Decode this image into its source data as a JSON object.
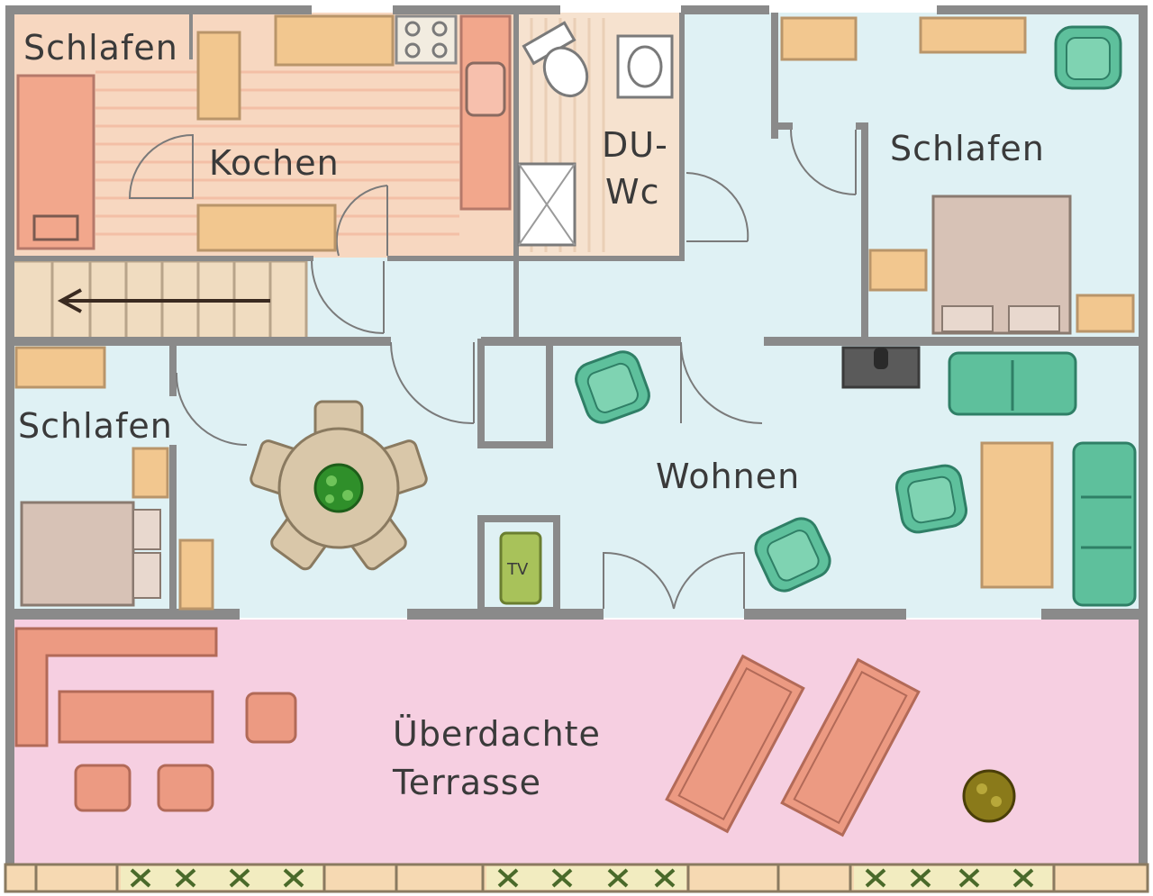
{
  "labels": {
    "schlafen_nw": "Schlafen",
    "kochen": "Kochen",
    "du": "DU-",
    "wc": "Wc",
    "schlafen_ne": "Schlafen",
    "schlafen_w": "Schlafen",
    "wohnen": "Wohnen",
    "terrasse_1": "Überdachte",
    "terrasse_2": "Terrasse",
    "tv": "TV"
  },
  "colors": {
    "kitchen_floor": "#f7d7c0",
    "bath_floor": "#f6e2cf",
    "room_floor": "#dff1f4",
    "terrace_floor": "#f6cfe1",
    "wall": "#8a8a8a",
    "wood_furniture": "#f2c78f",
    "bed": "#f2a78c",
    "bed_guest": "#d7c2b6",
    "sofa_green": "#5ec09c",
    "dining": "#d9c7a9",
    "terrace_furniture": "#ec9a82",
    "plant_green": "#2f8f2a",
    "tv_green": "#a8c25a"
  }
}
